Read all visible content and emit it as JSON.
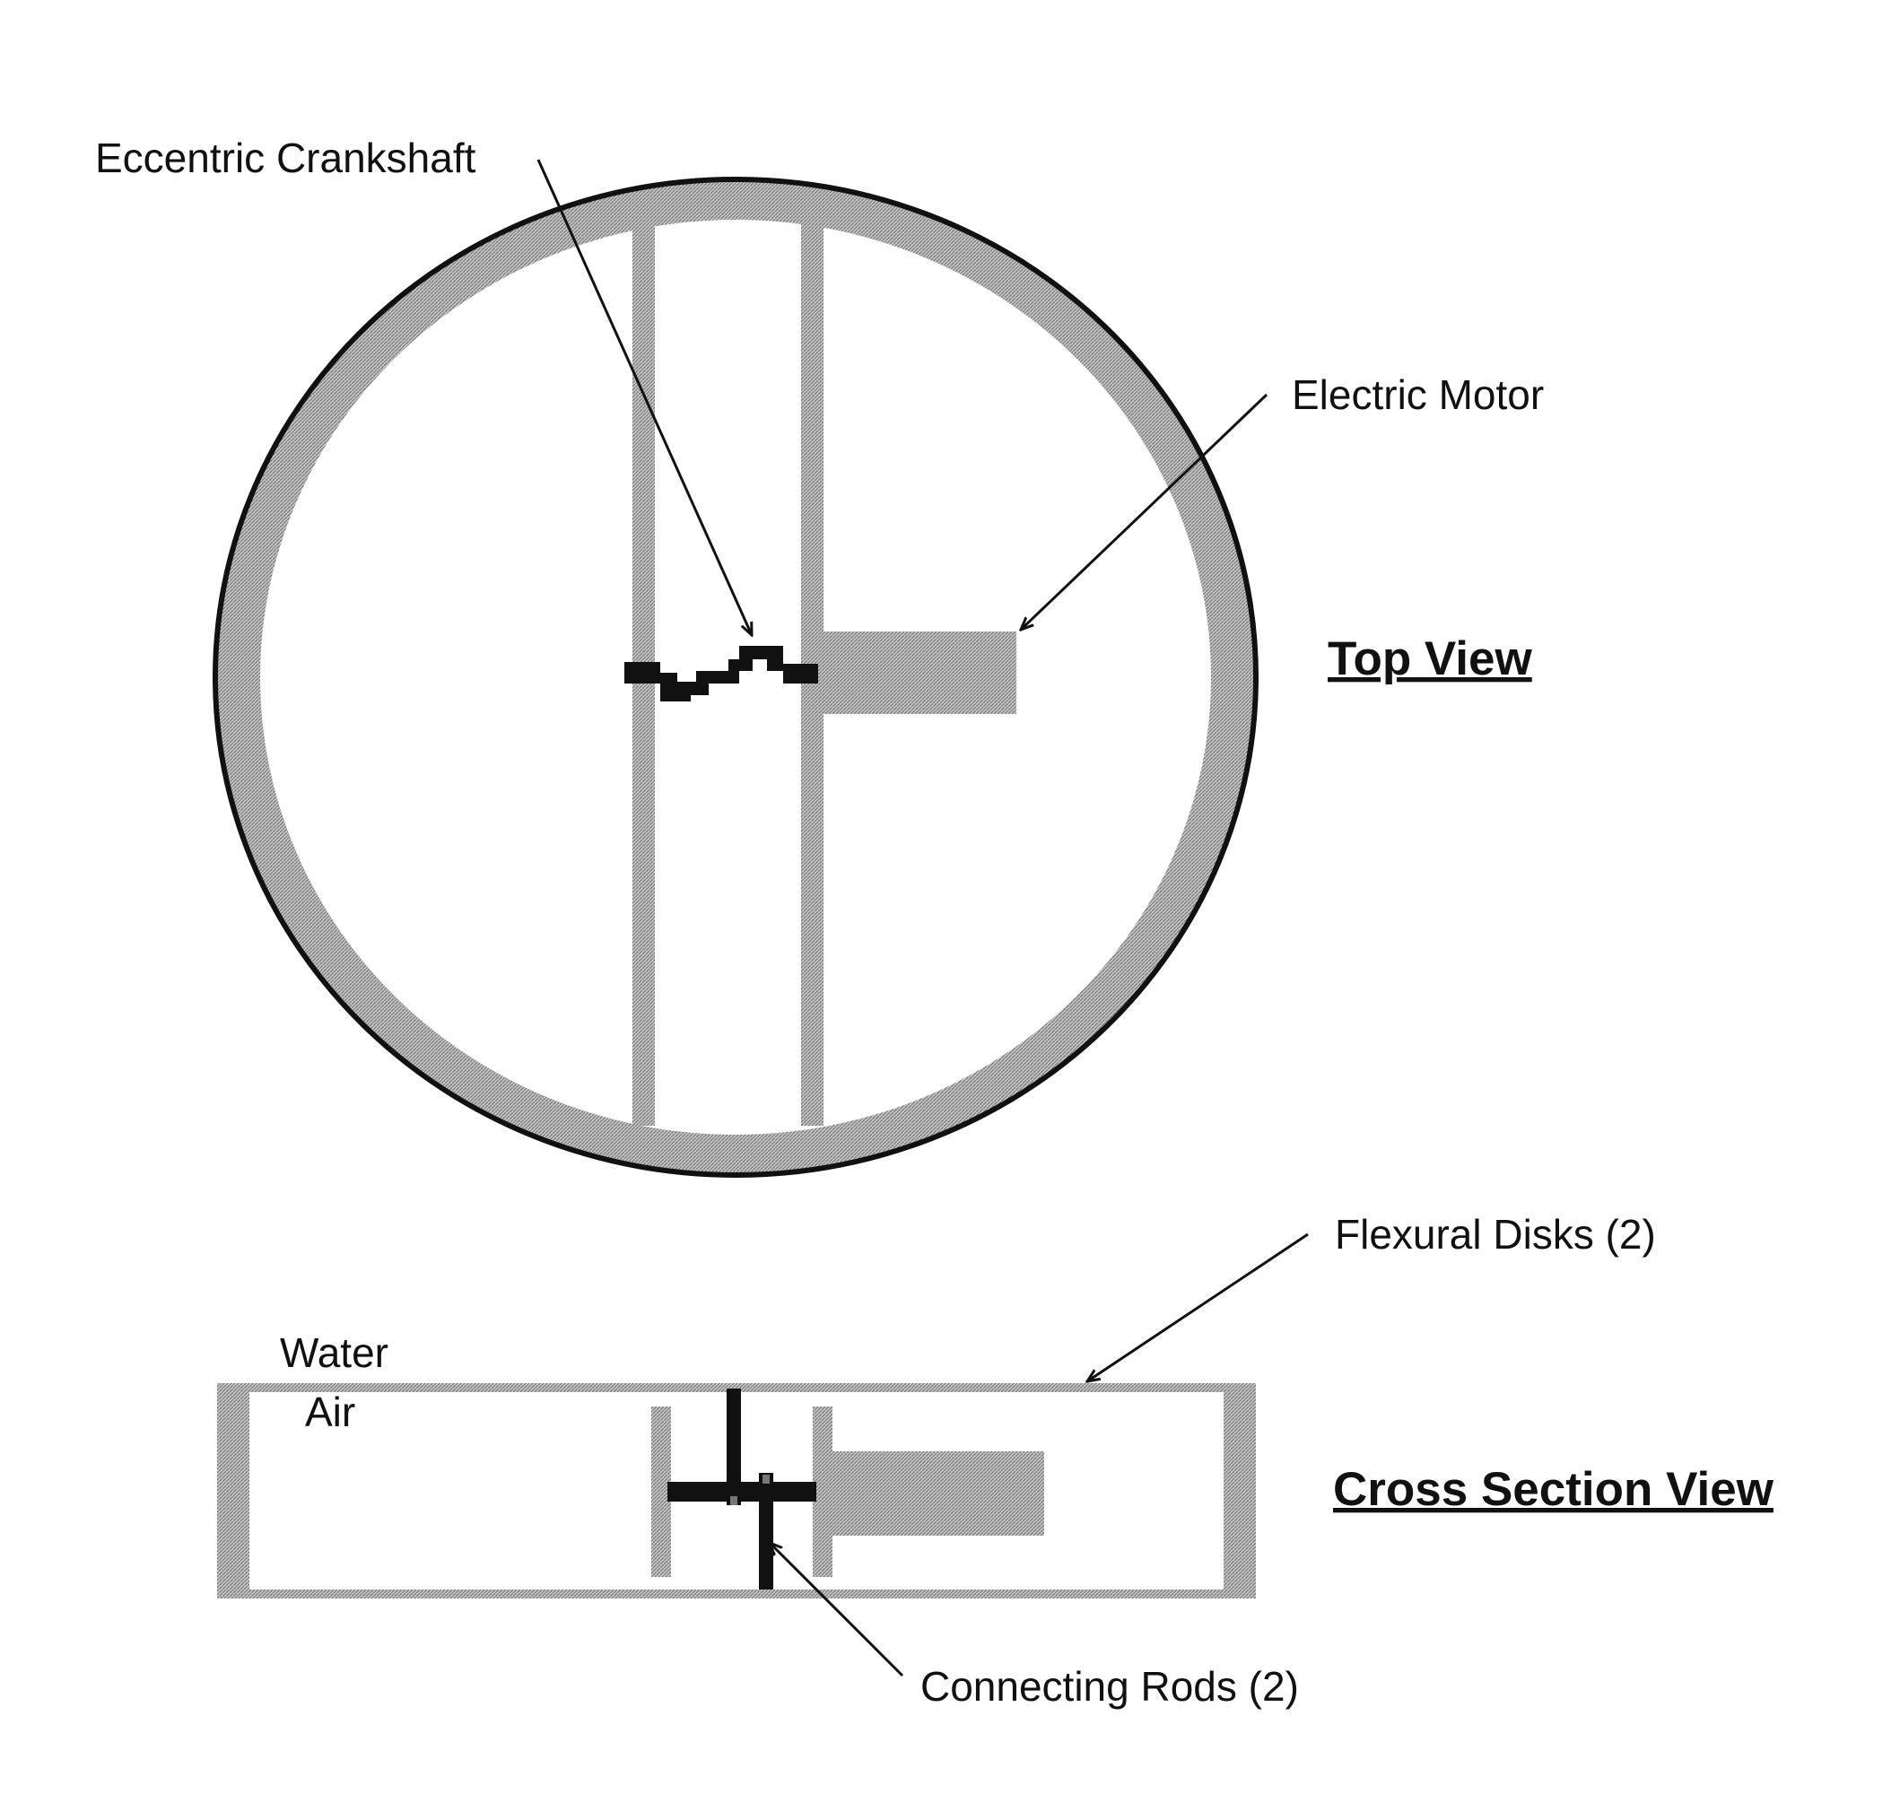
{
  "labels": {
    "eccentric_crankshaft": "Eccentric Crankshaft",
    "electric_motor": "Electric Motor",
    "top_view": "Top View",
    "flexural_disks": "Flexural Disks (2)",
    "water": "Water",
    "air": "Air",
    "cross_section_view": "Cross Section View",
    "connecting_rods": "Connecting Rods (2)"
  },
  "colors": {
    "hatch_fill": "#9a9a9a",
    "solid_part": "#111111",
    "background": "#ffffff"
  }
}
